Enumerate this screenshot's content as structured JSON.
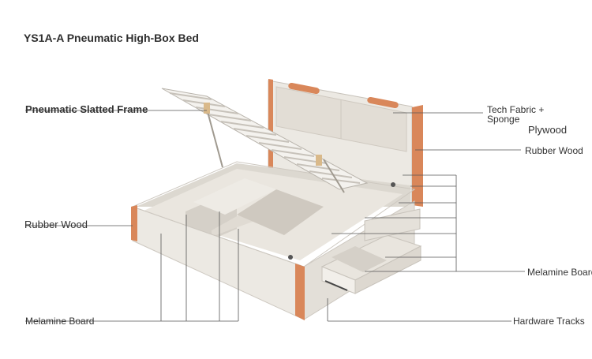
{
  "title": "YS1A-A Pneumatic High-Box Bed",
  "labels": {
    "slatted_frame": "Pneumatic Slatted Frame",
    "tech_fabric": "Tech Fabric +",
    "sponge": "Sponge",
    "plywood": "Plywood",
    "rubber_wood_right": "Rubber Wood",
    "rubber_wood_left": "Rubber Wood",
    "melamine_right": "Melamine Board",
    "melamine_bottom": "Melamine Board",
    "hardware_tracks": "Hardware Tracks"
  },
  "colors": {
    "board": "#e7e3dc",
    "board_shade": "#d3cec6",
    "wood": "#d9875a",
    "leader": "#555555"
  }
}
